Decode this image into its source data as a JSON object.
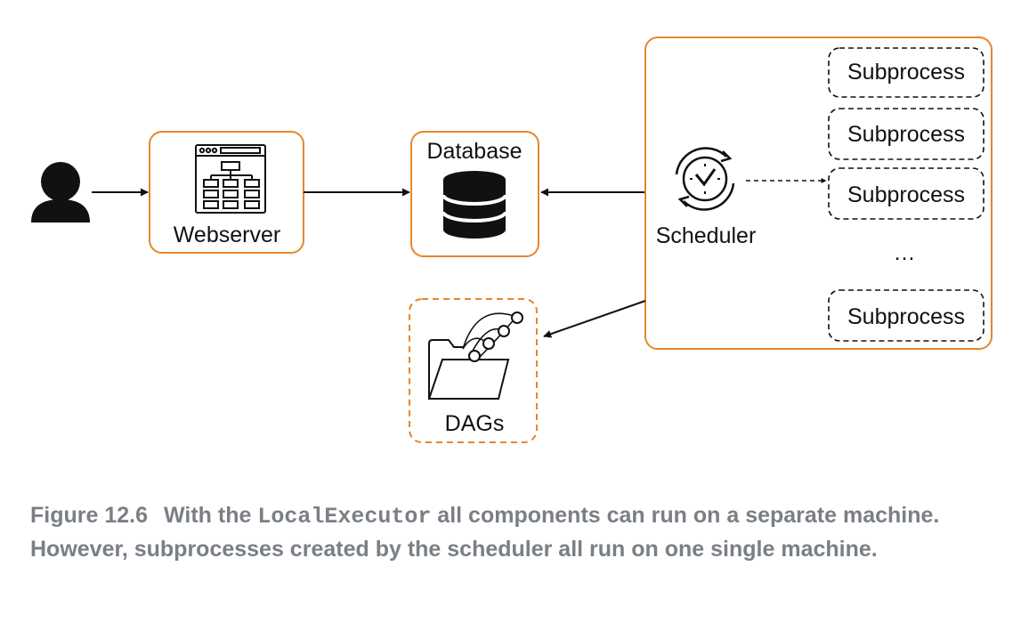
{
  "nodes": {
    "webserver": "Webserver",
    "database": "Database",
    "scheduler": "Scheduler",
    "dags": "DAGs",
    "subprocesses": [
      "Subprocess",
      "Subprocess",
      "Subprocess",
      "Subprocess"
    ],
    "ellipsis": "…"
  },
  "caption": {
    "figure_number": "Figure 12.6",
    "text_before": "With the ",
    "code": "LocalExecutor",
    "text_after": " all components can run on a separate machine. However, subprocesses created by the scheduler all run on one single machine."
  },
  "colors": {
    "accent_orange": "#e8862a",
    "stroke_dark": "#111111",
    "caption_gray": "#7a7f86"
  }
}
